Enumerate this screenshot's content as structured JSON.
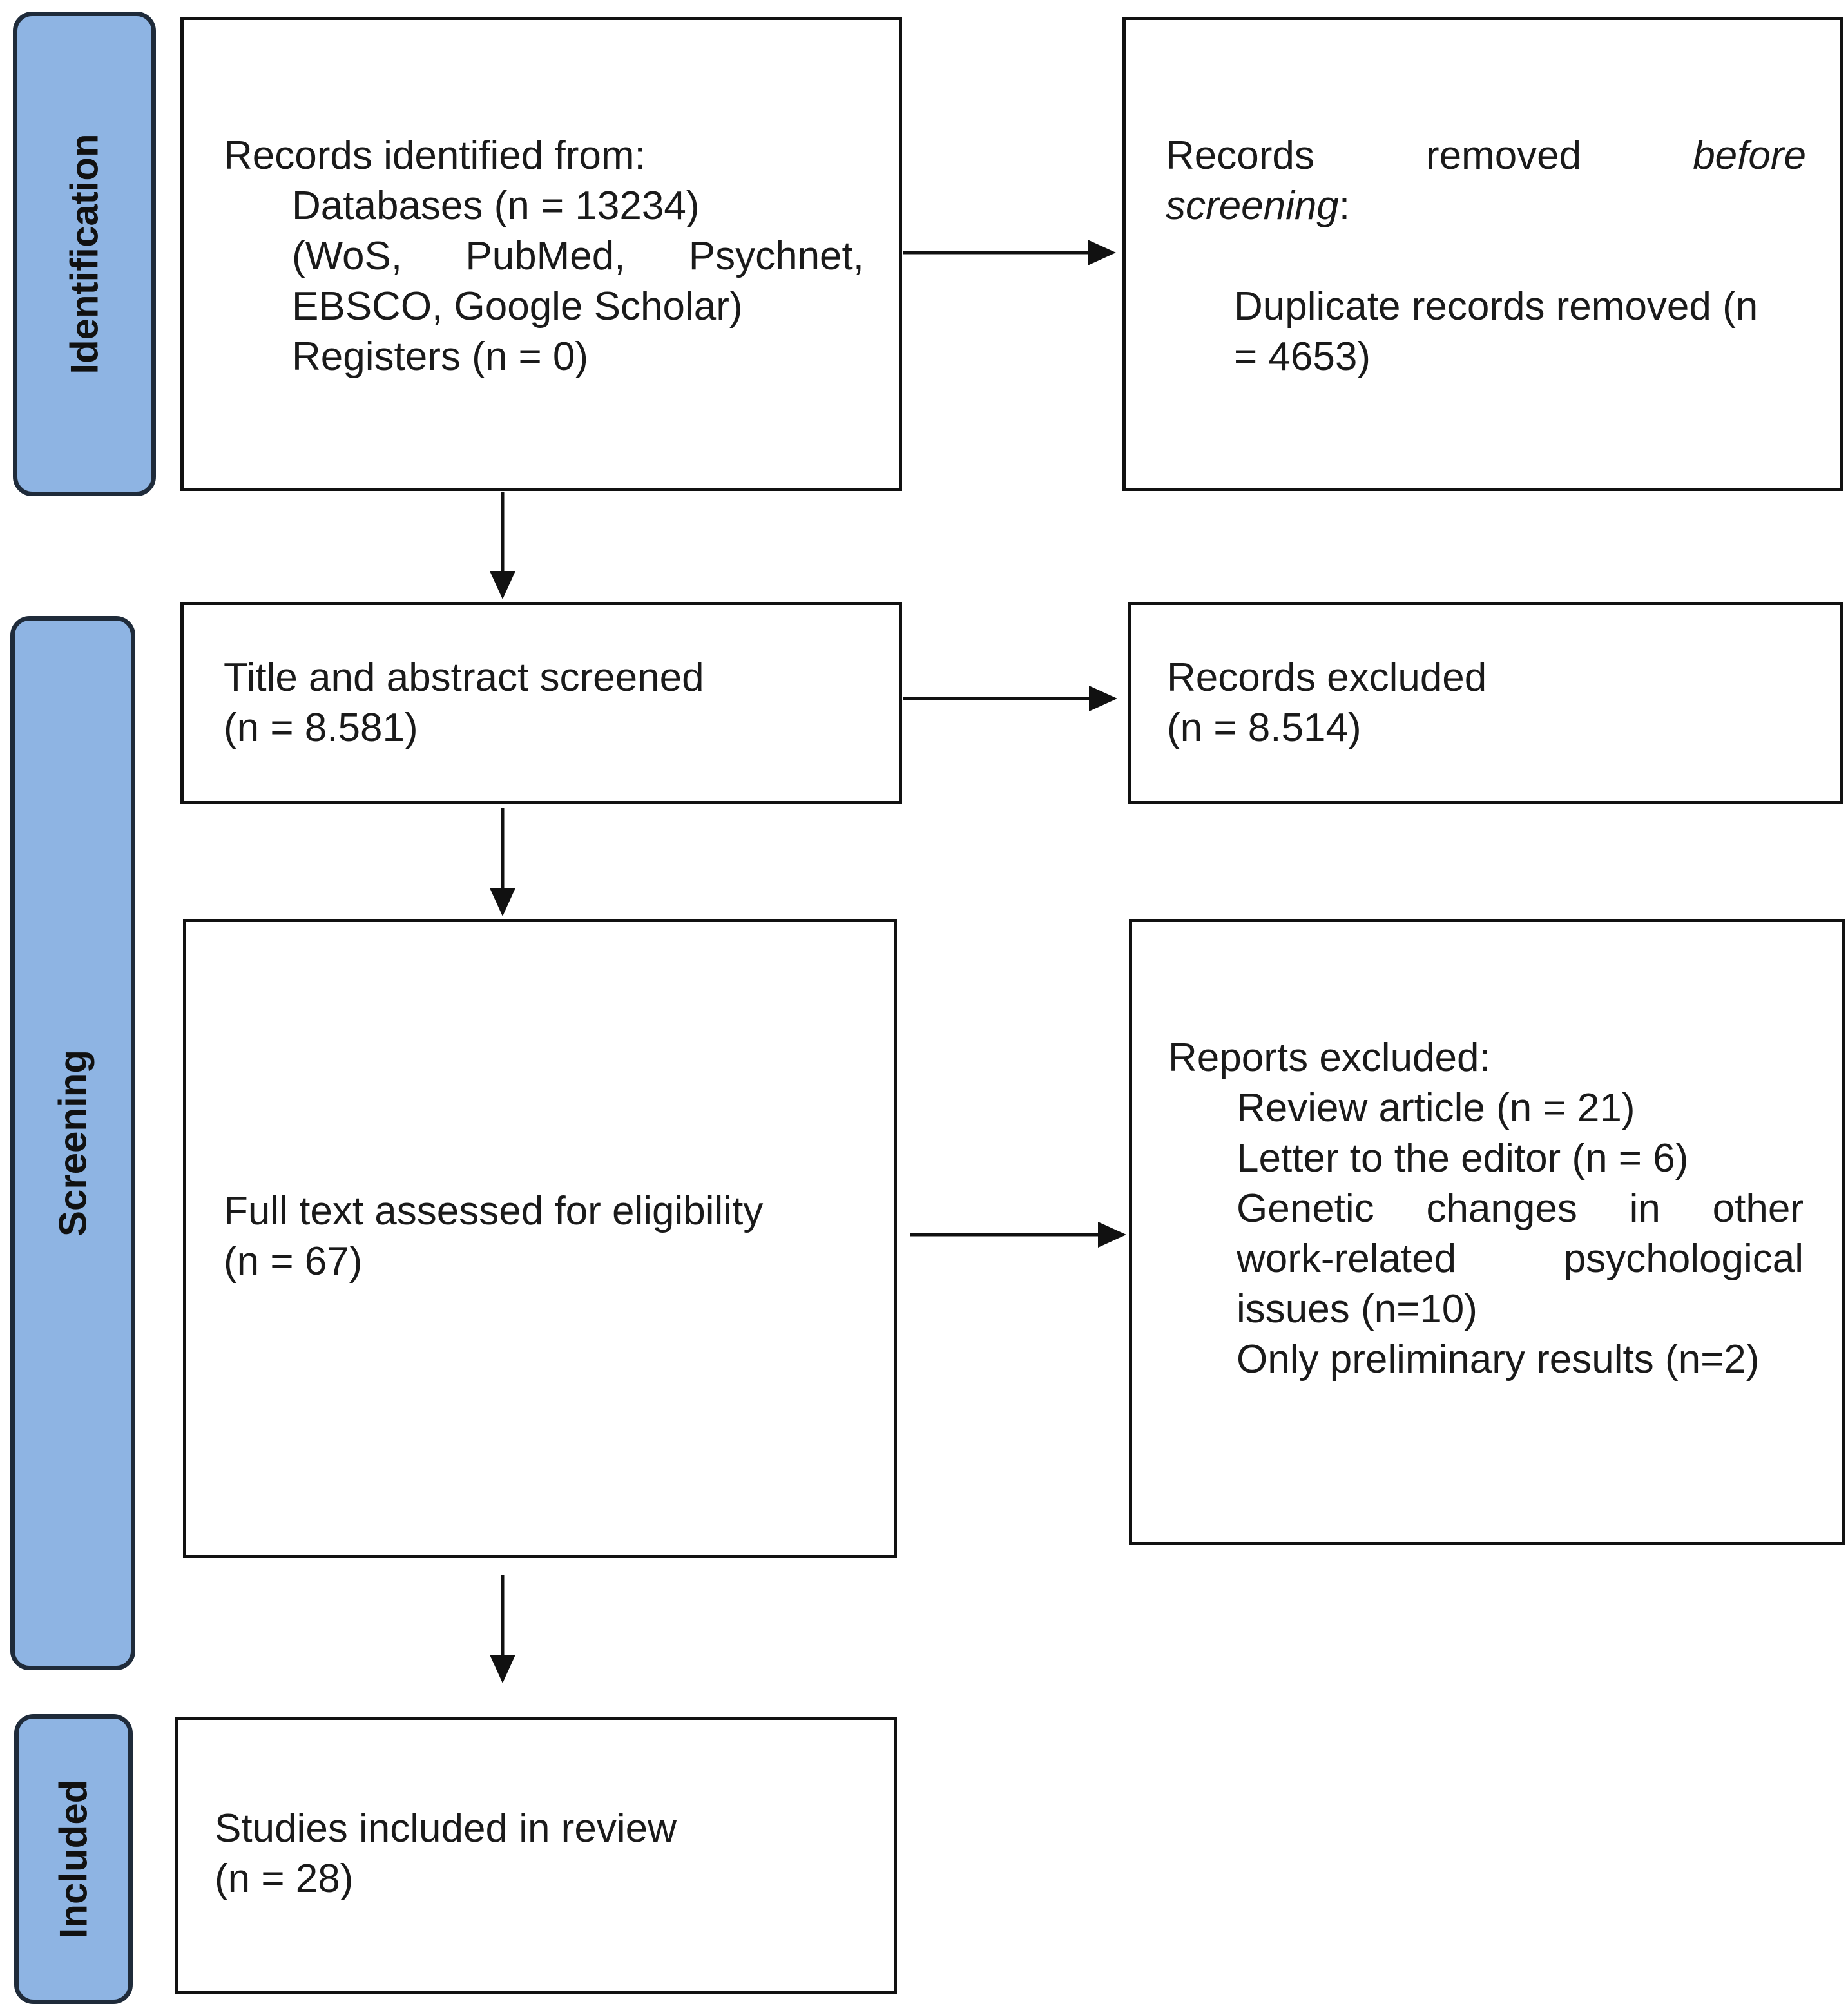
{
  "phases": {
    "identification": "Identification",
    "screening": "Screening",
    "included": "Included"
  },
  "boxes": {
    "identified": {
      "heading": "Records identified from:",
      "databases": "Databases (n = 13234)",
      "sources_a": [
        "(WoS,",
        "PubMed,",
        "Psychnet,"
      ],
      "sources_b": "EBSCO, Google Scholar)",
      "registers": "Registers (n = 0)"
    },
    "removed": {
      "word1": "Records",
      "word2": "removed",
      "word3": "before",
      "word4": "screening",
      "colon": ":",
      "duplicates_a": "Duplicate records removed (n",
      "duplicates_b": "= 4653)"
    },
    "screened": {
      "line1": "Title and abstract screened",
      "line2": "(n = 8.581)"
    },
    "records_excluded": {
      "line1": "Records excluded",
      "line2": "(n = 8.514)"
    },
    "full_text": {
      "line1": "Full text assessed for eligibility",
      "line2": "(n = 67)"
    },
    "reports_excluded": {
      "heading": "Reports excluded:",
      "review": "Review article (n = 21)",
      "letter": "Letter to the editor (n = 6)",
      "genetic_a": [
        "Genetic",
        "changes",
        "in",
        "other"
      ],
      "genetic_b": [
        "work-related",
        "psychological"
      ],
      "genetic_c": "issues (n=10)",
      "preliminary": "Only preliminary results (n=2)"
    },
    "included": {
      "line1": "Studies included in review",
      "line2": "(n = 28)"
    }
  },
  "colors": {
    "phase_fill": "#8eb4e3",
    "phase_border": "#1f2b3a",
    "box_border": "#111111"
  }
}
